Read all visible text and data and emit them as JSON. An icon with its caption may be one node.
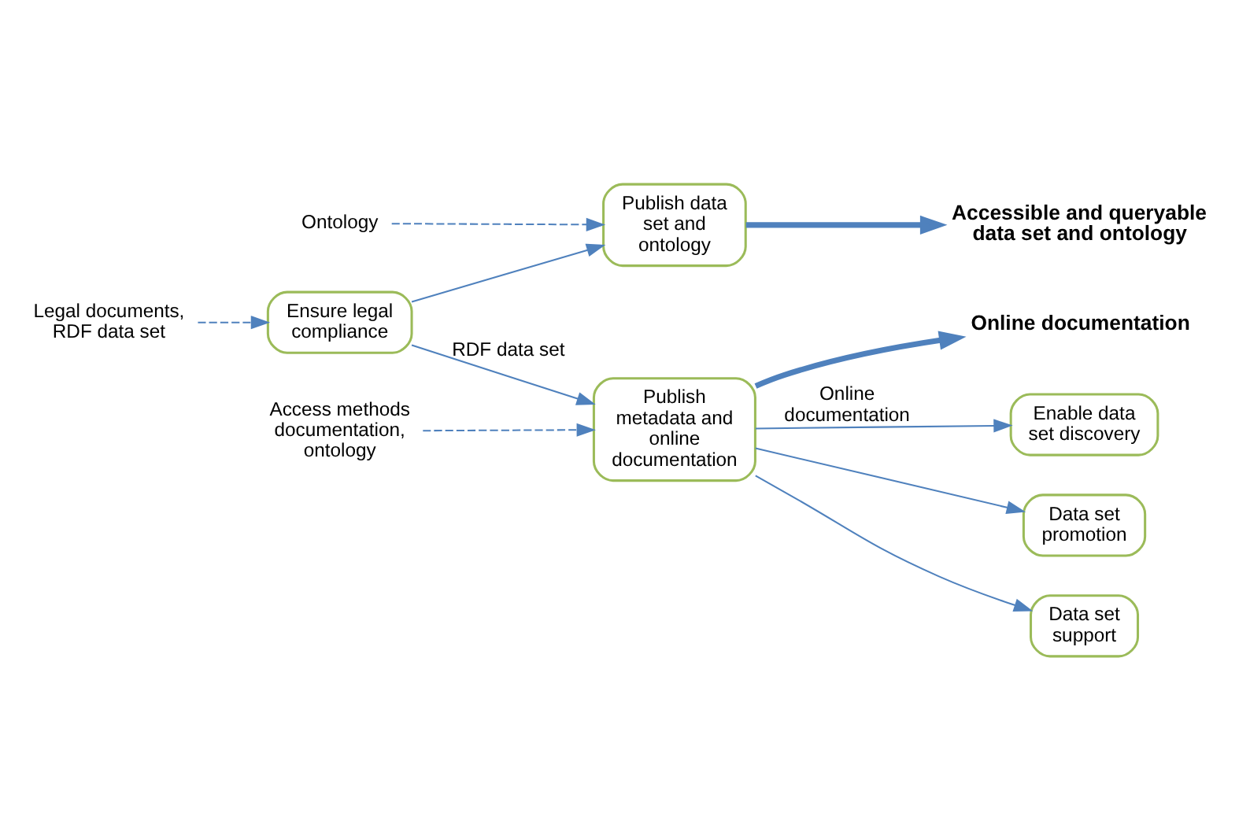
{
  "diagram": {
    "nodes": [
      {
        "text": [
          "Legal documents, RDF data set"
        ]
      },
      {
        "text": [
          "Ensure legal compliance"
        ]
      },
      {
        "text": [
          "Ontology"
        ]
      },
      {
        "text": [
          "Publish data set and ontology"
        ]
      },
      {
        "text": [
          "Accessible and queryable data set and ontology"
        ]
      },
      {
        "text": [
          "Publish metadata and online documentation"
        ]
      },
      {
        "text": [
          "Online documentation"
        ]
      },
      {
        "text": [
          "Access methods documentation, ontology"
        ]
      },
      {
        "text": [
          "Enable data set discovery"
        ]
      },
      {
        "text": [
          "Data set promotion"
        ]
      },
      {
        "text": [
          "Data set support"
        ]
      }
    ],
    "edges": [
      {
        "from": 0,
        "to": 1,
        "arrow": "to",
        "style": "dashed"
      },
      {
        "from": 2,
        "to": 3,
        "arrow": "to",
        "style": "dashed"
      },
      {
        "from": 1,
        "to": 3,
        "arrow": "to"
      },
      {
        "from": 1,
        "to": 5,
        "arrow": "to",
        "label": "RDF data set"
      },
      {
        "from": 3,
        "to": 4,
        "arrow": "to",
        "style": "thick"
      },
      {
        "from": 5,
        "to": 6,
        "arrow": "to",
        "style": "thick"
      },
      {
        "from": 7,
        "to": 5,
        "arrow": "to",
        "style": "dashed"
      },
      {
        "from": 5,
        "to": 8,
        "arrow": "to",
        "label": "Online documentation"
      },
      {
        "from": 5,
        "to": 9,
        "arrow": "to"
      },
      {
        "from": 5,
        "to": 10,
        "arrow": "to"
      }
    ]
  }
}
